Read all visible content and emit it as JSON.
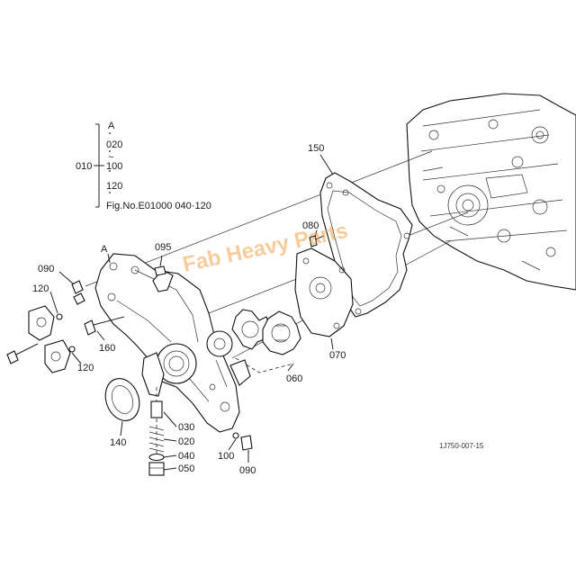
{
  "diagram": {
    "code": "1J750-007-15",
    "watermark": "Fab Heavy Parts",
    "legend": {
      "group": "010",
      "items": [
        "A",
        "020",
        "100",
        "120"
      ],
      "tilde": "~",
      "ref": "Fig.No.E01000  040·120"
    },
    "labels": {
      "a": "A",
      "p150": "150",
      "p095": "095",
      "p080": "080",
      "p090a": "090",
      "p120a": "120",
      "p160": "160",
      "p120b": "120",
      "p140": "140",
      "p030": "030",
      "p020": "020",
      "p040": "040",
      "p050": "050",
      "p100": "100",
      "p090b": "090",
      "p060": "060",
      "p070": "070"
    }
  }
}
